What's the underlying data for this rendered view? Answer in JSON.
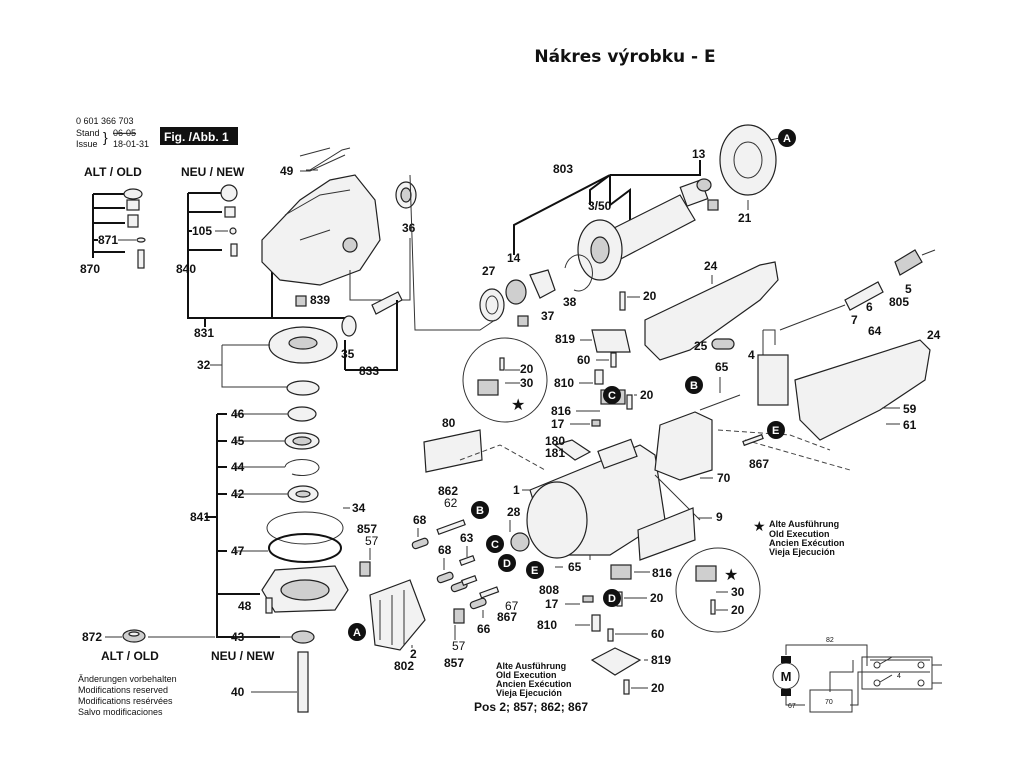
{
  "title": "Nákres výrobku - E",
  "header": {
    "part_number": "0 601 366 703",
    "stand_label": "Stand",
    "stand_value": "06-05",
    "issue_label": "Issue",
    "issue_value": "18-01-31",
    "figure": "Fig. /Abb. 1"
  },
  "variants": {
    "old": "ALT / OLD",
    "new": "NEU / NEW"
  },
  "footer_notes": [
    "Änderungen vorbehalten",
    "Modifications reserved",
    "Modifications resérvées",
    "Salvo modificaciones"
  ],
  "old_execution_note": {
    "star": "★",
    "lines": [
      "Alte Ausführung",
      "Old Execution",
      "Ancien Exécution",
      "Vieja Ejecución"
    ]
  },
  "old_execution_pos": {
    "lines": [
      "Alte Ausführung",
      "Old Execution",
      "Ancien Exécution",
      "Vieja Ejecución"
    ],
    "positions": "Pos 2; 857; 862; 867"
  },
  "markers": [
    "A",
    "B",
    "C",
    "D",
    "E"
  ],
  "circuit": {
    "motor": "M",
    "wire_top": "82",
    "wire_bottom": "67",
    "module": "70",
    "switch": "4"
  },
  "labels": {
    "p49": "49",
    "p870": "870",
    "p871": "871",
    "p840": "840",
    "p105": "105",
    "p839": "839",
    "p831": "831",
    "p36": "36",
    "p35": "35",
    "p833": "833",
    "p32": "32",
    "p46": "46",
    "p45": "45",
    "p44": "44",
    "p42": "42",
    "p841": "841",
    "p47": "47",
    "p34": "34",
    "p48": "48",
    "p43": "43",
    "p872": "872",
    "p40": "40",
    "p803": "803",
    "p3_50": "3/50",
    "p13": "13",
    "p21": "21",
    "p27": "27",
    "p14": "14",
    "p37": "37",
    "p38": "38",
    "p24a": "24",
    "p24b": "24",
    "p6": "6",
    "p5": "5",
    "p805": "805",
    "p7": "7",
    "p64": "64",
    "p59": "59",
    "p61": "61",
    "p20a": "20",
    "p819a": "819",
    "p25": "25",
    "p4": "4",
    "p60a": "60",
    "p20b": "20",
    "p30a": "30",
    "p810a": "810",
    "p20c": "20",
    "p65a": "65",
    "p816a": "816",
    "p17a": "17",
    "p80": "80",
    "p180": "180",
    "p181": "181",
    "p1": "1",
    "p70": "70",
    "p867a": "867",
    "p9": "9",
    "p862": "862",
    "p62": "62",
    "p68a": "68",
    "p857a": "857",
    "p57a": "57",
    "p28": "28",
    "p63": "63",
    "p68b": "68",
    "p65b": "65",
    "p808": "808",
    "p17b": "17",
    "p67": "67",
    "p867b": "867",
    "p66": "66",
    "p2": "2",
    "p802": "802",
    "p57b": "57",
    "p857b": "857",
    "p816b": "816",
    "p20d": "20",
    "p30b": "30",
    "p20e": "20",
    "p810b": "810",
    "p60b": "60",
    "p819b": "819",
    "p20f": "20"
  }
}
